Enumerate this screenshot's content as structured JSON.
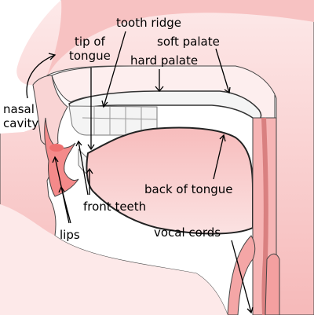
{
  "labels": {
    "tooth_ridge": "tooth ridge",
    "tip_of_tongue": "tip of\ntongue",
    "soft_palate": "soft palate",
    "hard_palate": "hard palate",
    "nasal_cavity": "nasal\ncavity",
    "back_of_tongue": "back of tongue",
    "front_teeth": "front teeth",
    "lips": "lips",
    "vocal_cords": "vocal cords"
  },
  "colors": {
    "skin_light": "#fbe4e4",
    "skin_mid": "#f6b8b8",
    "skin_dark": "#ec8c8c",
    "outline": "#333333",
    "teeth": "#f4f4f4"
  }
}
